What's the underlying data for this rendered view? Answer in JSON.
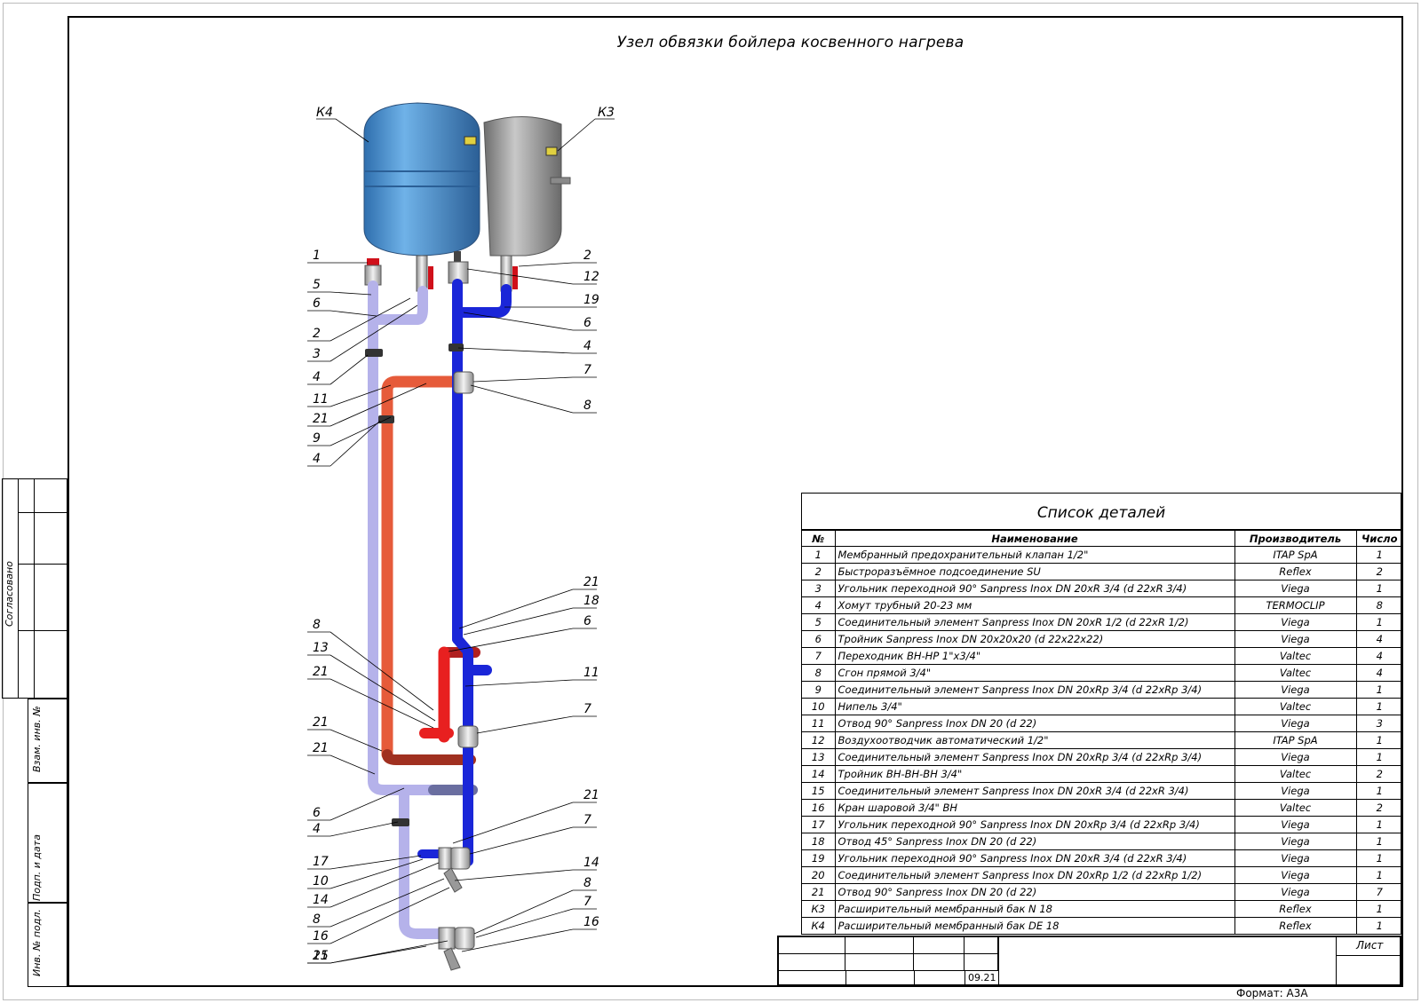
{
  "drawing": {
    "title": "Узел обвязки бойлера косвенного нагрева",
    "tank_labels": {
      "k4": "К4",
      "k3": "К3"
    },
    "left_callouts": [
      "1",
      "5",
      "6",
      "2",
      "3",
      "4",
      "11",
      "21",
      "9",
      "4",
      "8",
      "13",
      "21",
      "21",
      "21",
      "6",
      "4",
      "17",
      "10",
      "14",
      "8",
      "16",
      "21",
      "15"
    ],
    "right_callouts": [
      "2",
      "12",
      "19",
      "6",
      "4",
      "7",
      "8",
      "21",
      "18",
      "6",
      "11",
      "7",
      "21",
      "7",
      "14",
      "8",
      "7",
      "16"
    ],
    "colors": {
      "hot": "#e43818",
      "hot_dark": "#c22a10",
      "cold": "#1a26d8",
      "return": "#b5b2ea",
      "tank_blue": "#4f93cf",
      "tank_grey": "#9a9a9a",
      "valve_red": "#d0101a"
    }
  },
  "side_stamp": {
    "agreed": "Согласовано",
    "inv_sub": "Взам. инв. №",
    "sign_date": "Подп. и дата",
    "inv_orig": "Инв. № подл."
  },
  "parts": {
    "title": "Список деталей",
    "headers": [
      "№",
      "Наименование",
      "Производитель",
      "Число"
    ],
    "rows": [
      [
        "1",
        "Мембранный предохранительный клапан 1/2\"",
        "ITAP SpA",
        "1"
      ],
      [
        "2",
        "Быстроразъёмное подсоединение SU",
        "Reflex",
        "2"
      ],
      [
        "3",
        "Угольник переходной 90° Sanpress Inox DN 20xR 3/4 (d 22xR 3/4)",
        "Viega",
        "1"
      ],
      [
        "4",
        "Хомут трубный 20-23 мм",
        "TERMOCLIP",
        "8"
      ],
      [
        "5",
        "Соединительный элемент Sanpress Inox DN 20xR 1/2 (d 22xR 1/2)",
        "Viega",
        "1"
      ],
      [
        "6",
        "Тройник Sanpress Inox DN 20x20x20 (d 22x22x22)",
        "Viega",
        "4"
      ],
      [
        "7",
        "Переходник ВН-НР 1\"x3/4\"",
        "Valtec",
        "4"
      ],
      [
        "8",
        "Сгон прямой 3/4\"",
        "Valtec",
        "4"
      ],
      [
        "9",
        "Соединительный элемент Sanpress Inox DN 20xRp 3/4 (d 22xRp 3/4)",
        "Viega",
        "1"
      ],
      [
        "10",
        "Нипель 3/4\"",
        "Valtec",
        "1"
      ],
      [
        "11",
        "Отвод 90° Sanpress Inox DN 20 (d 22)",
        "Viega",
        "3"
      ],
      [
        "12",
        "Воздухоотводчик автоматический 1/2\"",
        "ITAP SpA",
        "1"
      ],
      [
        "13",
        "Соединительный элемент Sanpress Inox DN 20xRp 3/4 (d 22xRp 3/4)",
        "Viega",
        "1"
      ],
      [
        "14",
        "Тройник ВН-ВН-ВН 3/4\"",
        "Valtec",
        "2"
      ],
      [
        "15",
        "Соединительный элемент Sanpress Inox DN 20xR 3/4 (d 22xR 3/4)",
        "Viega",
        "1"
      ],
      [
        "16",
        "Кран шаровой 3/4\" ВН",
        "Valtec",
        "2"
      ],
      [
        "17",
        "Угольник переходной 90° Sanpress Inox DN 20xRp 3/4 (d 22xRp 3/4)",
        "Viega",
        "1"
      ],
      [
        "18",
        "Отвод 45° Sanpress Inox DN 20 (d 22)",
        "Viega",
        "1"
      ],
      [
        "19",
        "Угольник переходной 90° Sanpress Inox DN 20xR 3/4 (d 22xR 3/4)",
        "Viega",
        "1"
      ],
      [
        "20",
        "Соединительный элемент Sanpress Inox DN 20xRp 1/2 (d 22xRp 1/2)",
        "Viega",
        "1"
      ],
      [
        "21",
        "Отвод 90° Sanpress Inox DN 20 (d 22)",
        "Viega",
        "7"
      ],
      [
        "К3",
        "Расширительный мембранный бак N 18",
        "Reflex",
        "1"
      ],
      [
        "К4",
        "Расширительный мембранный бак DE 18",
        "Reflex",
        "1"
      ]
    ]
  },
  "stamp": {
    "sheet_label": "Лист",
    "date": "09.21",
    "format": "Формат: А3А"
  }
}
